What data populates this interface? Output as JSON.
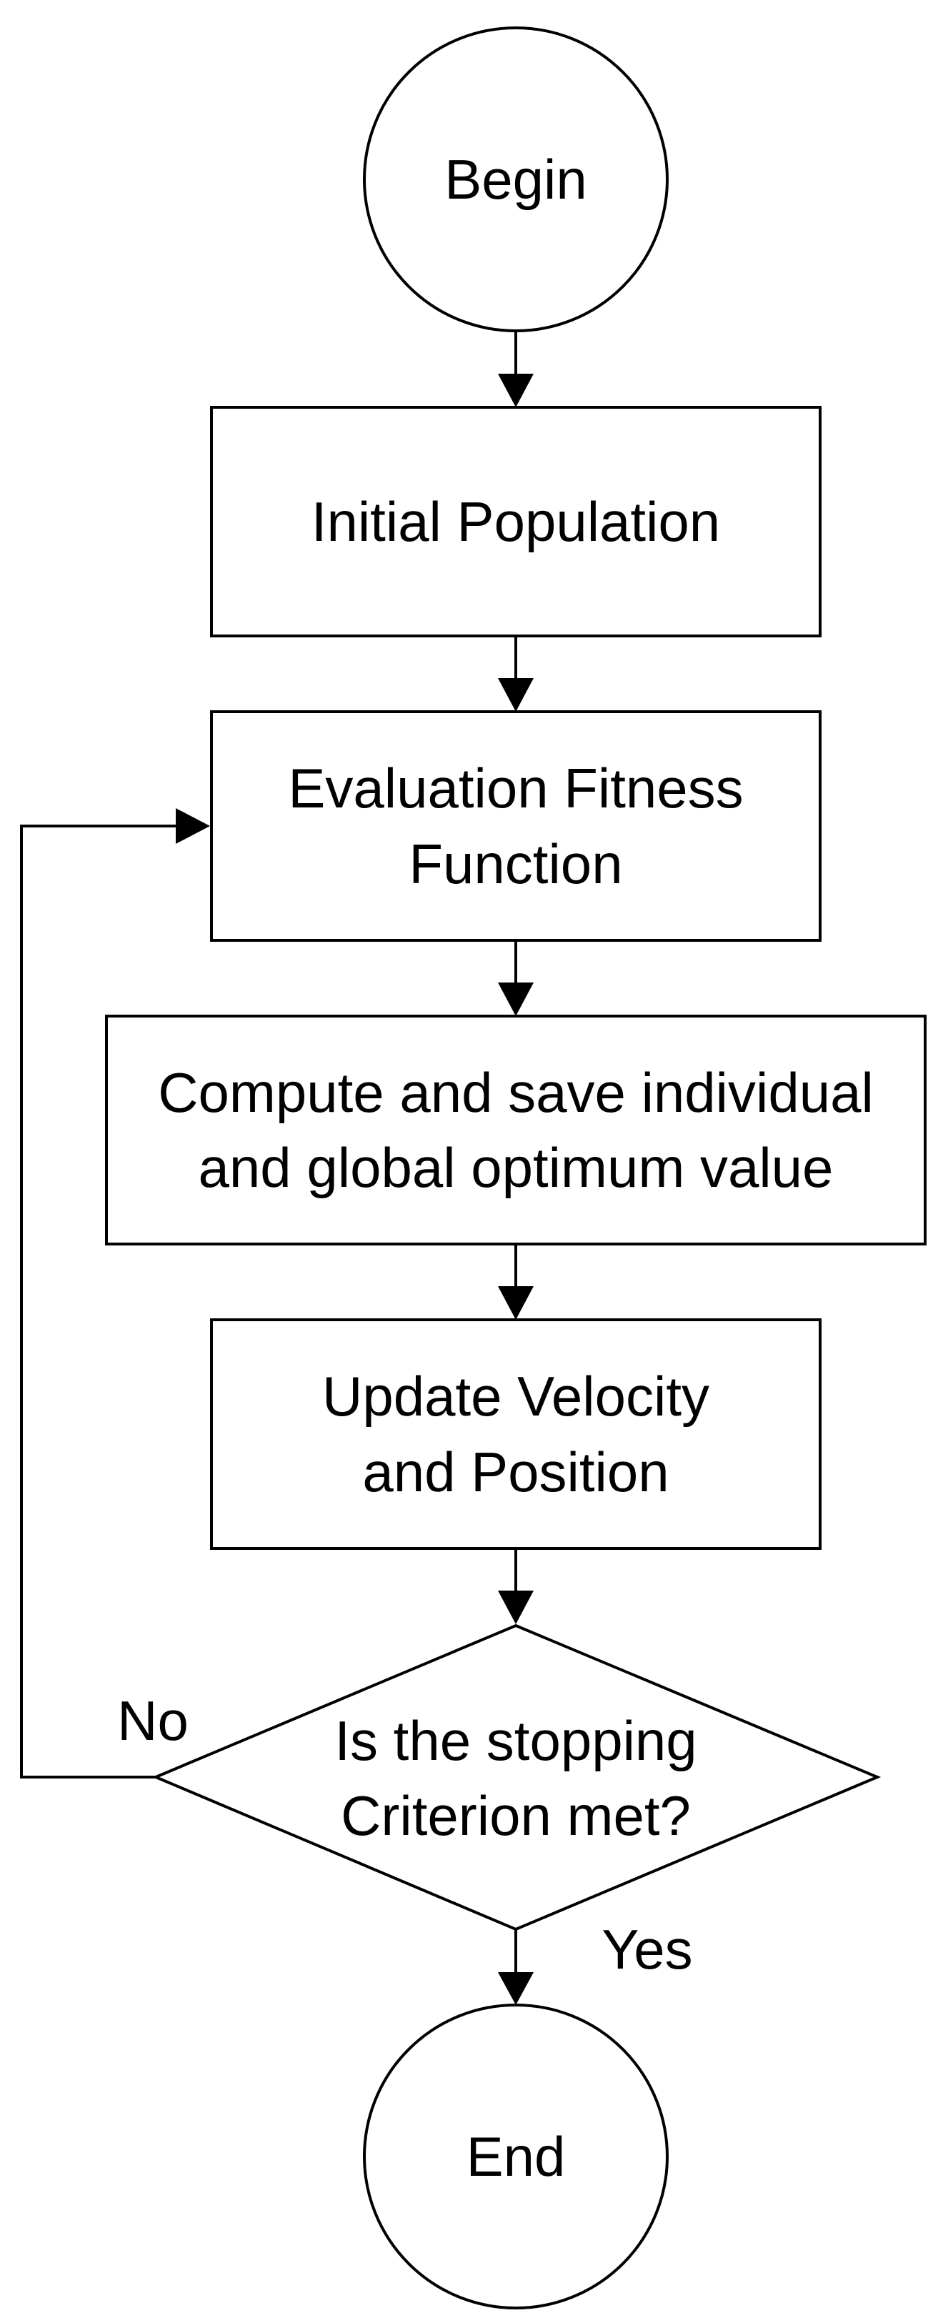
{
  "flowchart": {
    "begin": {
      "label": "Begin"
    },
    "initial_population": {
      "label": "Initial Population"
    },
    "evaluation": {
      "line1": "Evaluation Fitness",
      "line2": "Function"
    },
    "compute": {
      "line1": "Compute and save individual",
      "line2": "and global optimum value"
    },
    "update": {
      "line1": "Update Velocity",
      "line2": "and Position"
    },
    "decision": {
      "line1": "Is the stopping",
      "line2": "Criterion met?"
    },
    "end": {
      "label": "End"
    },
    "edges": {
      "no_label": "No",
      "yes_label": "Yes"
    }
  },
  "colors": {
    "stroke": "#000000",
    "fill": "#ffffff",
    "text": "#000000"
  }
}
